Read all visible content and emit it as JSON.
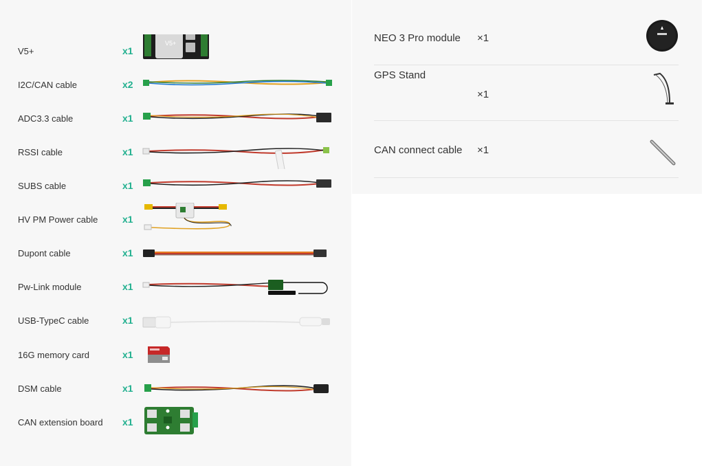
{
  "left_items": [
    {
      "label": "V5+",
      "qty": "x1",
      "icon": "flight-controller-image"
    },
    {
      "label": "I2C/CAN cable",
      "qty": "x2",
      "icon": "cable-image"
    },
    {
      "label": "ADC3.3 cable",
      "qty": "x1",
      "icon": "cable-image"
    },
    {
      "label": "RSSI cable",
      "qty": "x1",
      "icon": "cable-image"
    },
    {
      "label": "SUBS cable",
      "qty": "x1",
      "icon": "cable-image"
    },
    {
      "label": "HV PM Power cable",
      "qty": "x1",
      "icon": "power-module-image"
    },
    {
      "label": "Dupont cable",
      "qty": "x1",
      "icon": "cable-image"
    },
    {
      "label": "Pw-Link module",
      "qty": "x1",
      "icon": "radio-module-image"
    },
    {
      "label": "USB-TypeC cable",
      "qty": "x1",
      "icon": "usb-cable-image"
    },
    {
      "label": "16G memory card",
      "qty": "x1",
      "icon": "sd-card-image"
    },
    {
      "label": "DSM cable",
      "qty": "x1",
      "icon": "cable-image"
    },
    {
      "label": "CAN extension board",
      "qty": "x1",
      "icon": "circuit-board-image"
    }
  ],
  "right_items": [
    {
      "label": "NEO 3 Pro module",
      "qty": "×1",
      "icon": "gps-module-image"
    },
    {
      "label": "GPS Stand",
      "qty": "×1",
      "icon": "gps-stand-image"
    },
    {
      "label": "CAN connect cable",
      "qty": "×1",
      "icon": "rod-image"
    }
  ],
  "board_text": {
    "fc": "V5+"
  },
  "colors": {
    "accent": "#22b08f",
    "connector": "#27a04a",
    "cable_red": "#c0392b"
  }
}
